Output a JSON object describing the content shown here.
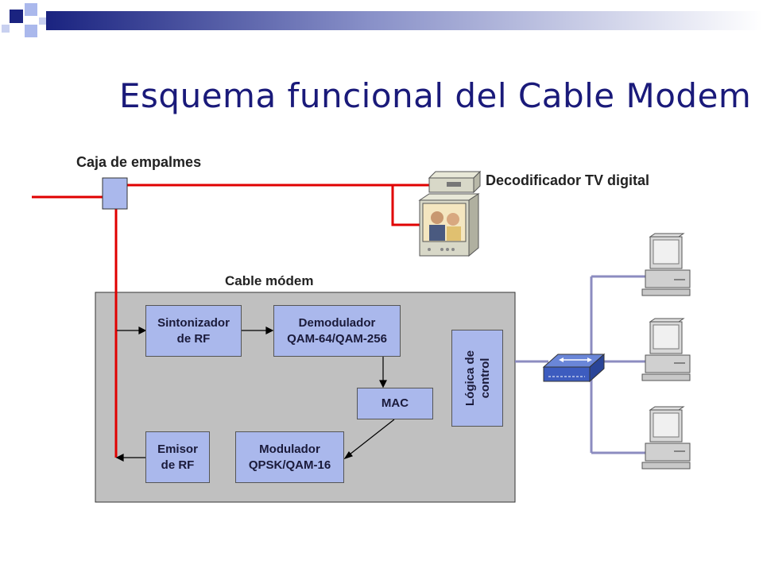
{
  "title": "Esquema funcional del Cable Modem",
  "labels": {
    "caja": "Caja de empalmes",
    "decodificador": "Decodificador TV digital",
    "cable_modem": "Cable módem"
  },
  "blocks": {
    "sintonizador_l1": "Sintonizador",
    "sintonizador_l2": "de RF",
    "demodulador_l1": "Demodulador",
    "demodulador_l2": "QAM-64/QAM-256",
    "mac": "MAC",
    "modulador_l1": "Modulador",
    "modulador_l2": "QPSK/QAM-16",
    "emisor_l1": "Emisor",
    "emisor_l2": "de RF",
    "logica_l1": "Lógica de",
    "logica_l2": "control"
  },
  "colors": {
    "title": "#1a1a7a",
    "cable_line": "#e00000",
    "block_fill": "#aab8ec",
    "modem_panel": "#c0c0c0",
    "lan_line": "#8c8cc0",
    "header_bar": "#1a2380"
  }
}
